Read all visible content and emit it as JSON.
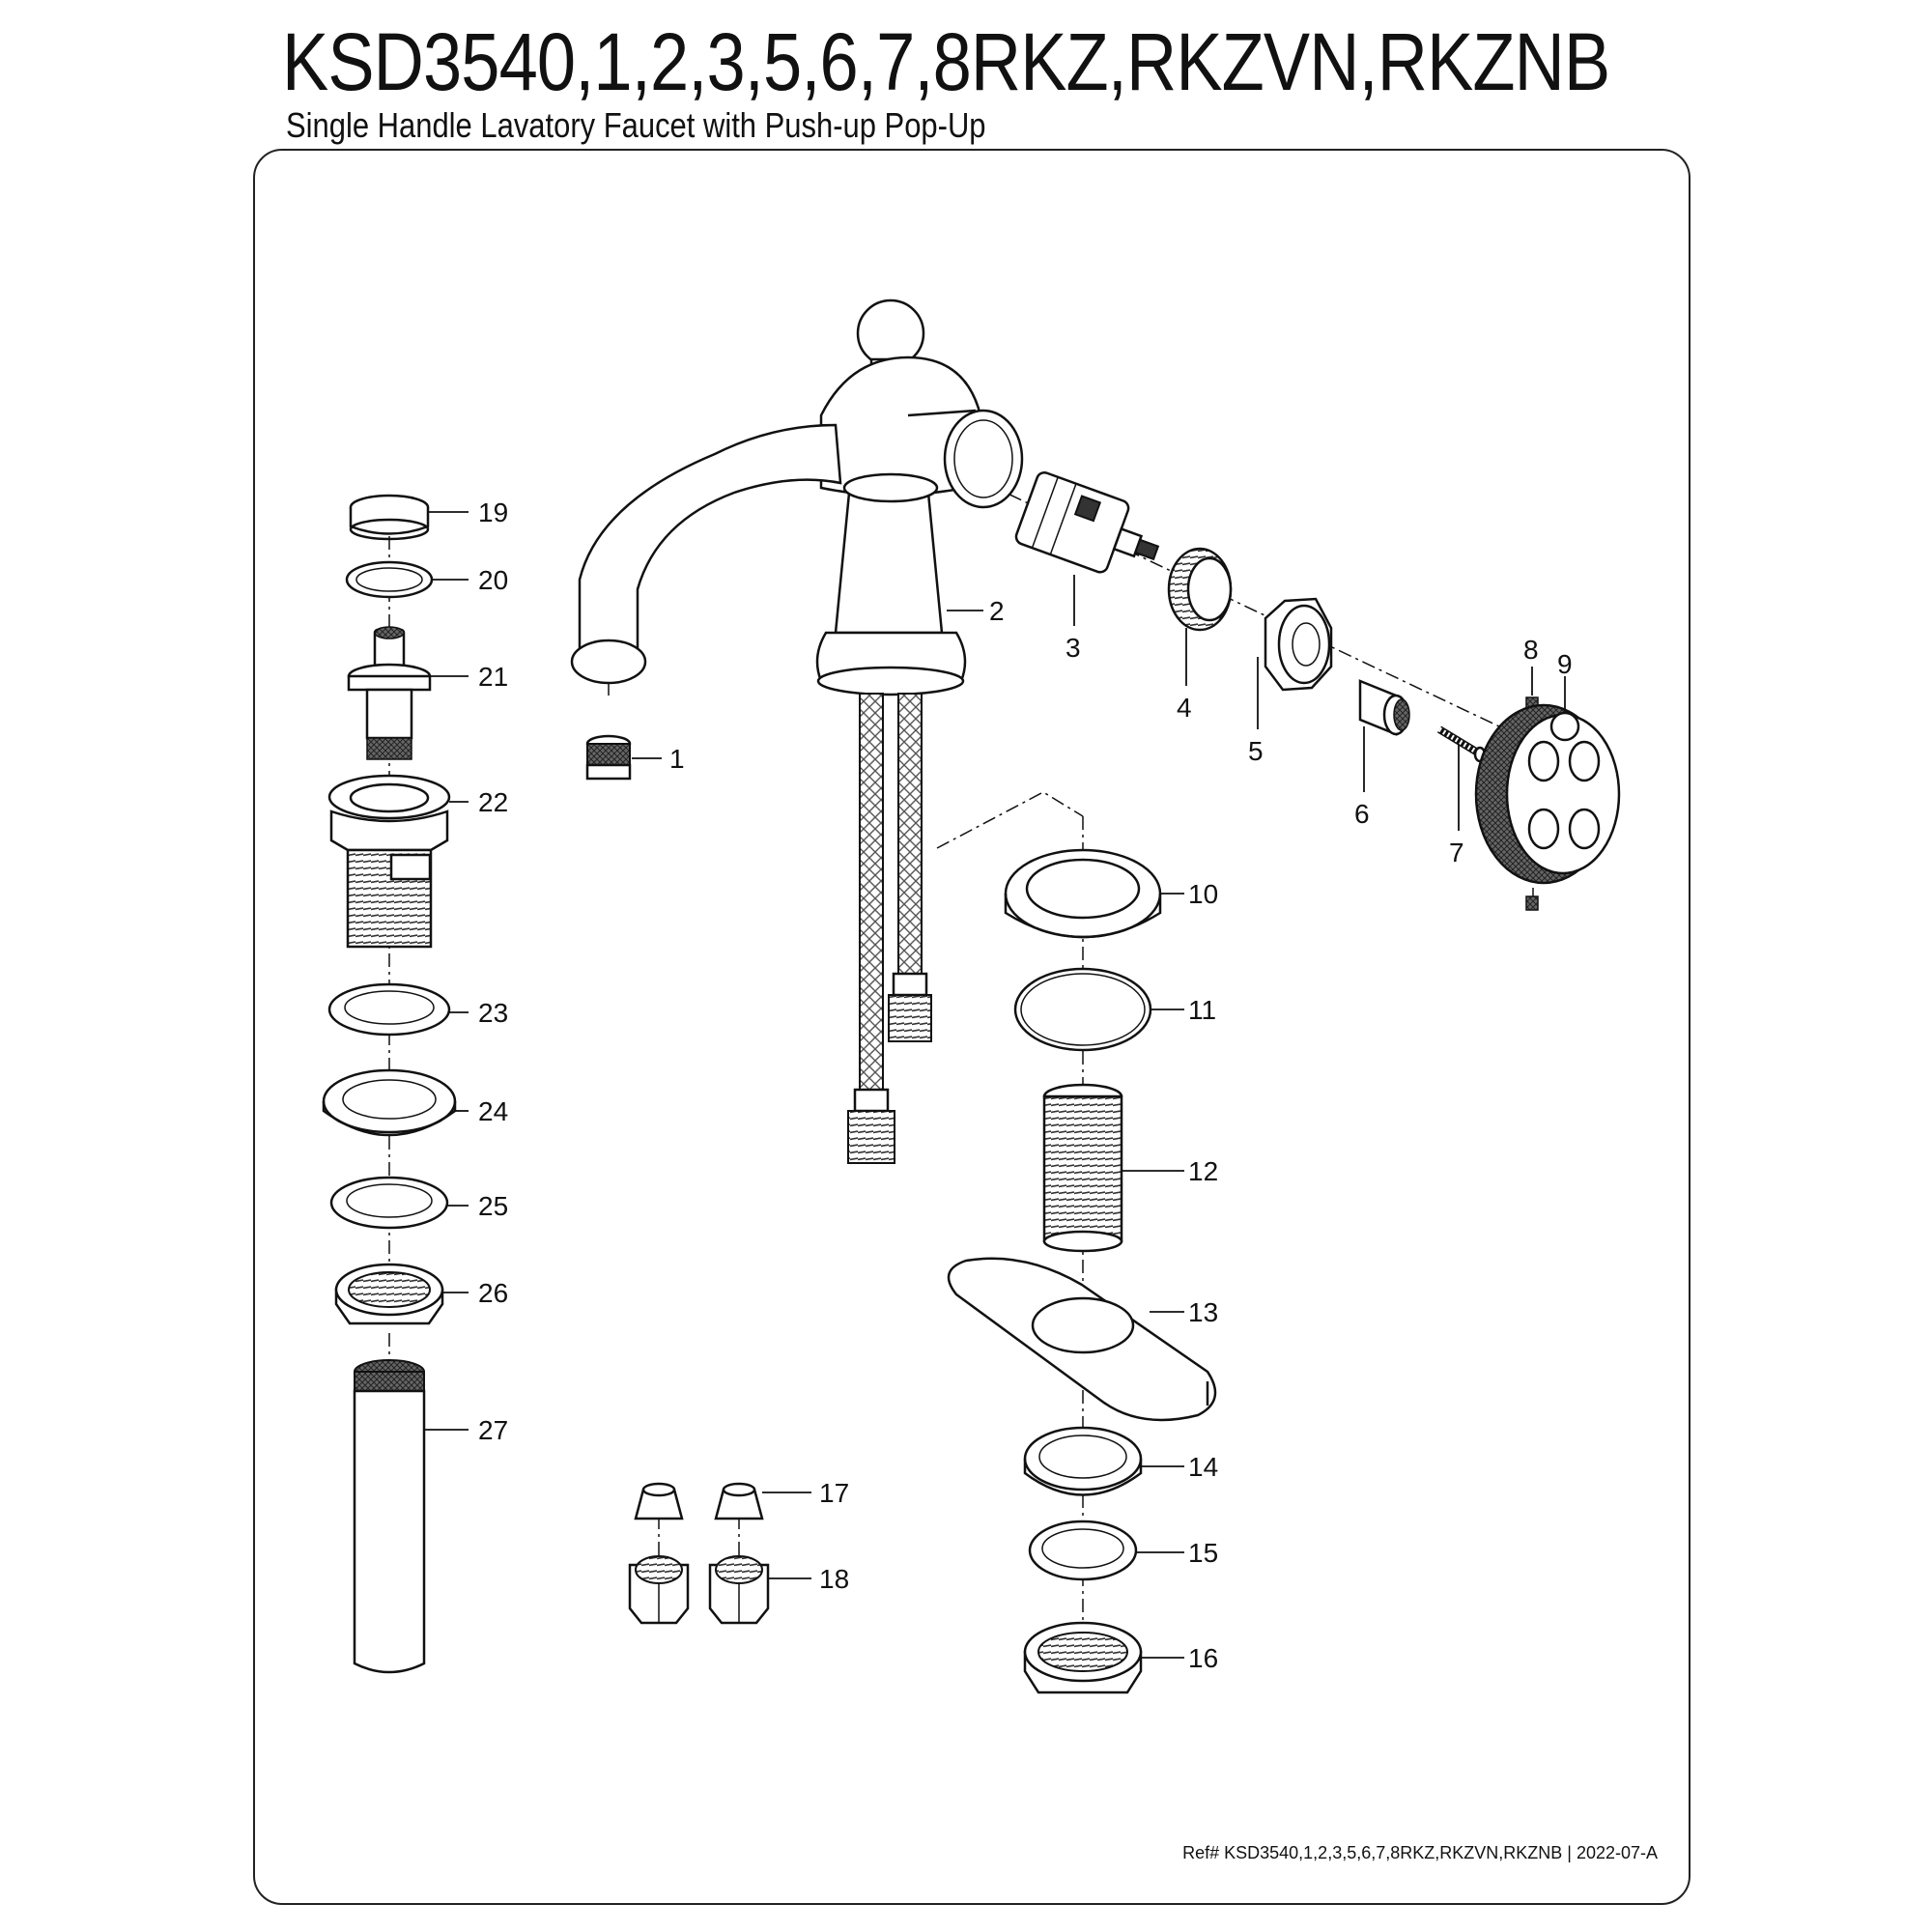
{
  "header": {
    "title": "KSD3540,1,2,3,5,6,7,8RKZ,RKZVN,RKZNB",
    "subtitle": "Single Handle Lavatory Faucet with Push-up Pop-Up"
  },
  "footer": {
    "reference": "Ref# KSD3540,1,2,3,5,6,7,8RKZ,RKZVN,RKZNB | 2022-07-A"
  },
  "callouts": [
    "1",
    "2",
    "3",
    "4",
    "5",
    "6",
    "7",
    "8",
    "9",
    "10",
    "11",
    "12",
    "13",
    "14",
    "15",
    "16",
    "17",
    "18",
    "19",
    "20",
    "21",
    "22",
    "23",
    "24",
    "25",
    "26",
    "27"
  ]
}
